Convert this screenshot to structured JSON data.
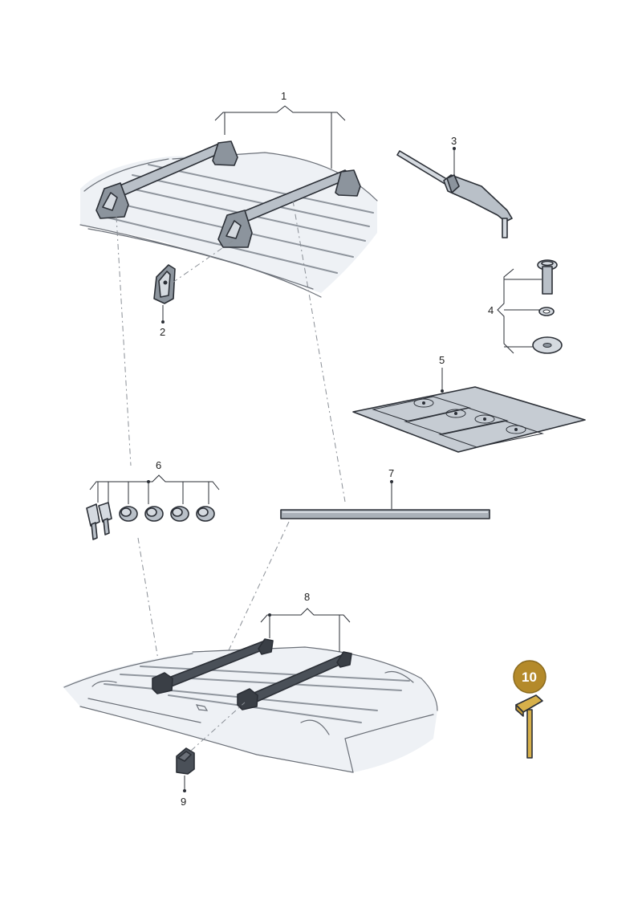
{
  "parts": [
    {
      "id": "part-1",
      "label": "1"
    },
    {
      "id": "part-2",
      "label": "2"
    },
    {
      "id": "part-3",
      "label": "3"
    },
    {
      "id": "part-4",
      "label": "4"
    },
    {
      "id": "part-5",
      "label": "5"
    },
    {
      "id": "part-6",
      "label": "6"
    },
    {
      "id": "part-7",
      "label": "7"
    },
    {
      "id": "part-8",
      "label": "8"
    },
    {
      "id": "part-9",
      "label": "9"
    }
  ],
  "badge": {
    "label": "10",
    "color": "#b48a2a"
  },
  "colors": {
    "metal": "#b9c0c8",
    "outline": "#2b2f36",
    "car_body": "#eef1f5",
    "accessory_gold": "#d7b04a"
  }
}
